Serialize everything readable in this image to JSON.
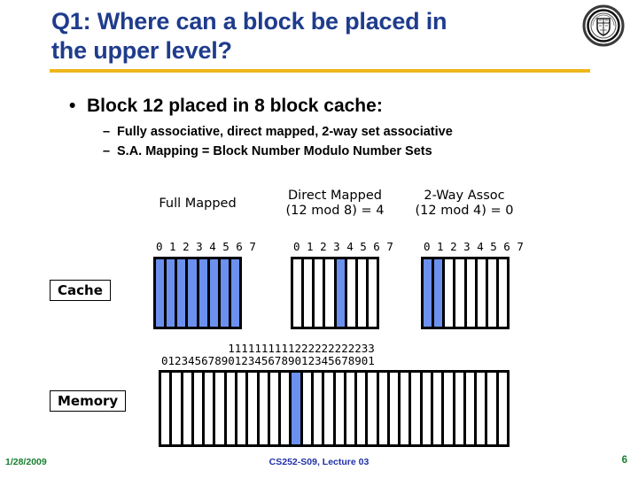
{
  "slide": {
    "title_line1": "Q1: Where can a block be placed in",
    "title_line2": "the upper level?",
    "accent_color": "#EDB71C",
    "title_color": "#1F3C8C",
    "highlight_color": "#6B90EE"
  },
  "logo": {
    "name": "university-seal-logo"
  },
  "bullets": {
    "level1": "Block 12 placed in 8 block cache:",
    "level1_marker": "•",
    "level2_marker": "–",
    "level2": [
      "Fully associative, direct mapped, 2-way set associative",
      "S.A. Mapping = Block Number Modulo Number Sets"
    ]
  },
  "diagram": {
    "cache_label": "Cache",
    "memory_label": "Memory",
    "columns": [
      {
        "id": "full-mapped",
        "head_line1": "Full Mapped",
        "head_line2": "",
        "index_labels": "0 1 2 3 4 5 6 7",
        "block_count": 8,
        "highlighted": [
          0,
          1,
          2,
          3,
          4,
          5,
          6,
          7
        ]
      },
      {
        "id": "direct-mapped",
        "head_line1": "Direct Mapped",
        "head_line2": "(12 mod 8) = 4",
        "index_labels": "0 1 2 3 4 5 6 7",
        "block_count": 8,
        "highlighted": [
          4
        ]
      },
      {
        "id": "two-way-assoc",
        "head_line1": "2-Way Assoc",
        "head_line2": "(12 mod 4) = 0",
        "index_labels": "0 1 2 3 4 5 6 7",
        "block_count": 8,
        "highlighted": [
          0,
          1
        ]
      }
    ],
    "memory": {
      "index_tens": "          1111111111222222222233",
      "index_ones": "01234567890123456789012345678901",
      "block_count": 32,
      "highlighted": [
        12
      ]
    }
  },
  "footer": {
    "date": "1/28/2009",
    "course": "CS252-S09, Lecture 03",
    "page": "6"
  }
}
